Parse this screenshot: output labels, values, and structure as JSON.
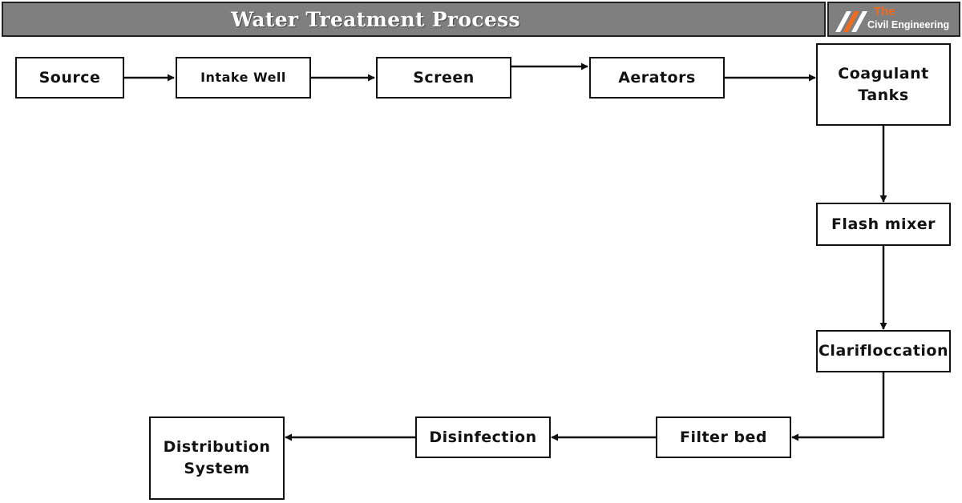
{
  "title": "Water Treatment Process",
  "logo": {
    "line1": "The",
    "line2": "Civil Engineering",
    "icon": "road-stripes-icon",
    "accent": "#f26a1b"
  },
  "nodes": {
    "source": "Source",
    "intake_well": "Intake Well",
    "screen": "Screen",
    "aerators": "Aerators",
    "coagulant_tanks": "Coagulant\nTanks",
    "flash_mixer": "Flash mixer",
    "clarifloccation": "Clarifloccation",
    "filter_bed": "Filter bed",
    "disinfection": "Disinfection",
    "distribution_system": "Distribution\nSystem"
  },
  "edges": [
    [
      "source",
      "intake_well"
    ],
    [
      "intake_well",
      "screen"
    ],
    [
      "screen",
      "aerators"
    ],
    [
      "aerators",
      "coagulant_tanks"
    ],
    [
      "coagulant_tanks",
      "flash_mixer"
    ],
    [
      "flash_mixer",
      "clarifloccation"
    ],
    [
      "clarifloccation",
      "filter_bed"
    ],
    [
      "filter_bed",
      "disinfection"
    ],
    [
      "disinfection",
      "distribution_system"
    ]
  ]
}
